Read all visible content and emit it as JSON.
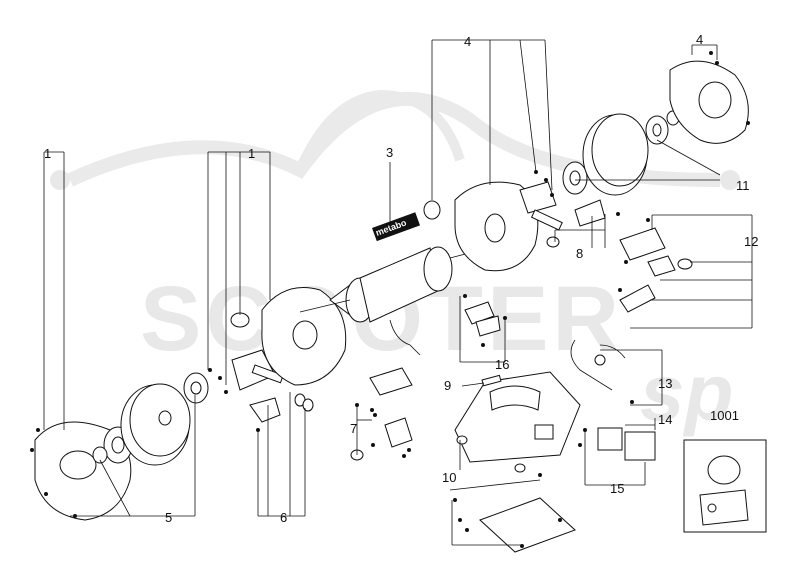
{
  "watermark": {
    "brand": "SCOOTER",
    "script": "sp"
  },
  "logo_text": "metabo",
  "callouts": {
    "c1_left": "1",
    "c1_mid": "1",
    "c3": "3",
    "c4_mid": "4",
    "c4_right": "4",
    "c5": "5",
    "c6": "6",
    "c7": "7",
    "c8": "8",
    "c9": "9",
    "c10": "10",
    "c11": "11",
    "c12": "12",
    "c13": "13",
    "c14": "14",
    "c15": "15",
    "c16": "16",
    "c1001": "1001"
  }
}
